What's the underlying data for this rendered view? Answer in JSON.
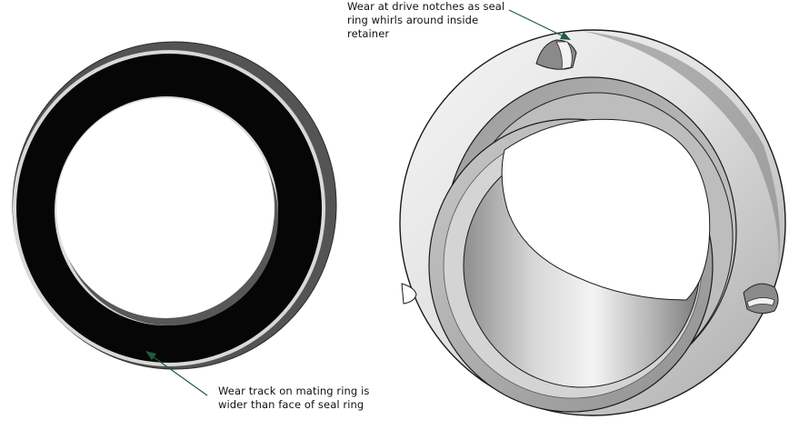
{
  "figure": {
    "callout_notch": {
      "lines": [
        "Wear at drive notches as seal",
        "ring whirls around inside",
        "retainer"
      ]
    },
    "callout_track": {
      "lines": [
        "Wear track on mating ring is",
        "wider than face of seal ring"
      ]
    },
    "leader_color": "#1f5c3f"
  }
}
